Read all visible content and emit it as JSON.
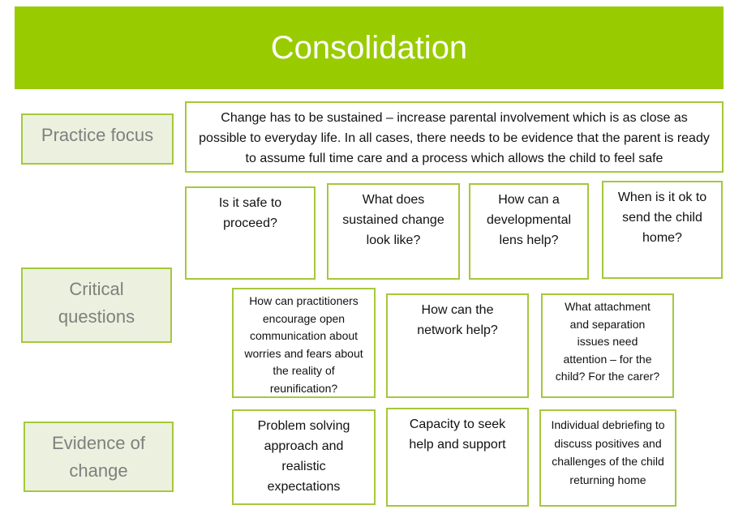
{
  "title": "Consolidation",
  "labels": {
    "practice_focus": "Practice focus",
    "critical_questions": "Critical questions",
    "evidence_of_change": "Evidence of change"
  },
  "practice_focus_text": "Change has to be sustained – increase parental involvement which is as close as possible to everyday life. In all cases, there needs to be evidence that the parent is ready to assume full time care and a process which allows the child to feel safe",
  "critical_questions": [
    "Is it safe to proceed?",
    "What does sustained change look like?",
    "How can a developmental lens help?",
    "When is it ok to send the child home?",
    "How can practitioners encourage open communication about worries and fears about the reality of reunification?",
    "How can the network help?",
    "What attachment and separation issues need attention – for the child? For the carer?"
  ],
  "evidence": [
    "Problem solving approach and realistic expectations",
    "Capacity to seek help and support",
    "Individual debriefing to discuss positives and challenges of the child returning home"
  ],
  "colors": {
    "accent": "#99cc00",
    "label_bg": "#ebf1de",
    "border": "#a5c83b"
  }
}
